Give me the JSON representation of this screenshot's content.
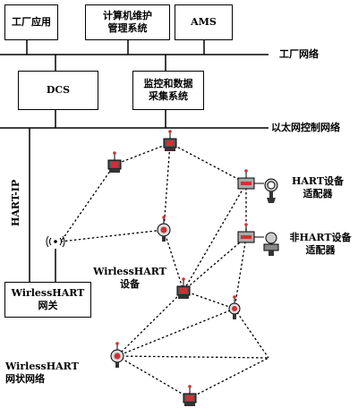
{
  "boxes": {
    "factory_app": "工厂应用",
    "asset_mgmt_line1": "计算机维护",
    "asset_mgmt_line2": "管理系统",
    "ams": "AMS",
    "dcs": "DCS",
    "scada_line1": "监控和数据",
    "scada_line2": "采集系统",
    "gateway_line1": "WirlessHART",
    "gateway_line2": "网关"
  },
  "networks": {
    "plant": "工厂网络",
    "ethernet": "以太网控制网络"
  },
  "labels": {
    "hart_ip": "HART-IP",
    "hart_adapter_line1": "HART设备",
    "hart_adapter_line2": "适配器",
    "non_hart_adapter_line1": "非HART设备",
    "non_hart_adapter_line2": "适配器",
    "wh_device_line1": "WirlessHART",
    "wh_device_line2": "设备",
    "mesh_line1": "WirlessHART",
    "mesh_line2": "网状网络"
  },
  "device_icons": [
    "field-transmitter-icon",
    "pressure-transmitter-icon",
    "flow-meter-icon",
    "hart-adapter-icon",
    "antenna-icon"
  ]
}
